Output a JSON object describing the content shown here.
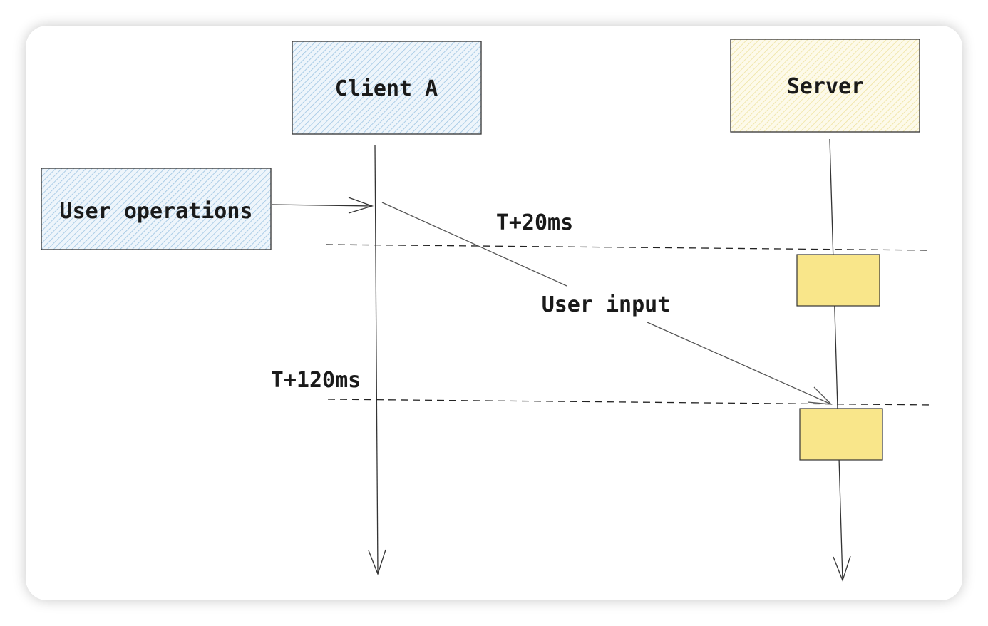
{
  "participants": {
    "client": {
      "label": "Client A",
      "fill": "#dcebf7",
      "hatch": "#7fb3d9"
    },
    "server": {
      "label": "Server",
      "fill": "#fbf6d6",
      "hatch": "#e6d77a"
    }
  },
  "actor": {
    "label": "User operations"
  },
  "message": {
    "label": "User input"
  },
  "time_markers": {
    "first": "T+20ms",
    "second": "T+120ms"
  },
  "colors": {
    "activation_fill": "#f9e68a",
    "line": "#333333",
    "message_line": "#555555"
  }
}
